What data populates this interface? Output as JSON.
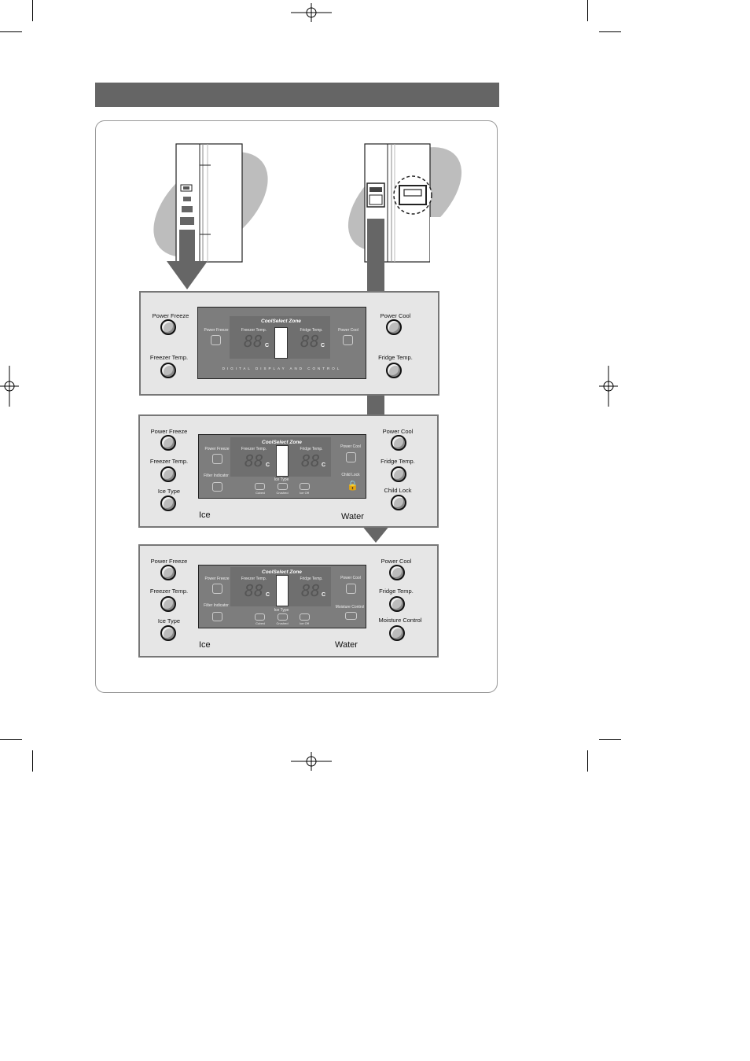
{
  "panel1": {
    "left_buttons": [
      "Power Freeze",
      "Freezer Temp."
    ],
    "right_buttons": [
      "Power Cool",
      "Fridge Temp."
    ],
    "display": {
      "zone_title": "CoolSelect Zone",
      "power_freeze": "Power Freeze",
      "freezer_temp": "Freezer Temp.",
      "fridge_temp": "Fridge Temp.",
      "power_cool": "Power Cool",
      "digits": "88",
      "unit": "C",
      "footer": "DIGITAL DISPLAY AND CONTROL"
    }
  },
  "panel2": {
    "left_buttons": [
      "Power Freeze",
      "Freezer Temp.",
      "Ice Type"
    ],
    "right_buttons": [
      "Power Cool",
      "Fridge Temp.",
      "Child Lock"
    ],
    "ice_label": "Ice",
    "water_label": "Water",
    "display": {
      "zone_title": "CoolSelect Zone",
      "power_freeze": "Power Freeze",
      "freezer_temp": "Freezer Temp.",
      "fridge_temp": "Fridge Temp.",
      "power_cool": "Power Cool",
      "filter_indicator": "Filter Indicator",
      "child_lock": "Child Lock",
      "ice_type": "Ice Type",
      "cubed": "Cubed",
      "crushed": "Crushed",
      "ice_off": "Ice Off",
      "digits": "88",
      "unit": "C"
    }
  },
  "panel3": {
    "left_buttons": [
      "Power Freeze",
      "Freezer Temp.",
      "Ice Type"
    ],
    "right_buttons": [
      "Power Cool",
      "Fridge Temp.",
      "Moisture Control"
    ],
    "ice_label": "Ice",
    "water_label": "Water",
    "display": {
      "zone_title": "CoolSelect Zone",
      "power_freeze": "Power Freeze",
      "freezer_temp": "Freezer Temp.",
      "fridge_temp": "Fridge Temp.",
      "power_cool": "Power Cool",
      "filter_indicator": "Filter Indicator",
      "moisture_control": "Moisture Control",
      "ice_type": "Ice Type",
      "cubed": "Cubed",
      "crushed": "Crushed",
      "ice_off": "Ice Off",
      "digits": "88",
      "unit": "C"
    }
  },
  "colors": {
    "header_bar": "#656565",
    "panel_bg": "#e6e6e6",
    "display_bg": "#7d7d7d",
    "arrow": "#666666",
    "ellipse": "#bdbdbd"
  }
}
